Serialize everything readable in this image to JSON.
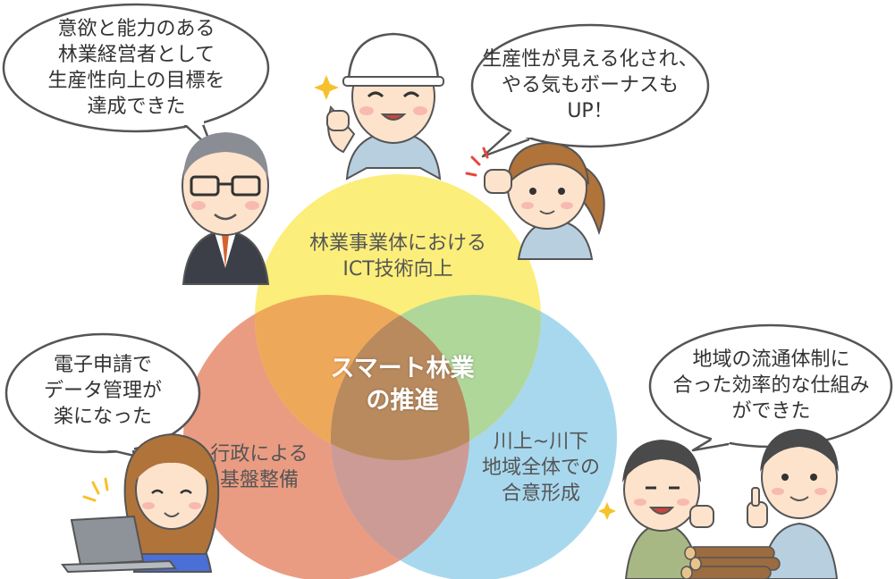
{
  "venn": {
    "top_label_1": "林業事業体における",
    "top_label_2": "ICT技術向上",
    "left_label_1": "行政による",
    "left_label_2": "基盤整備",
    "right_label_1": "川上~川下",
    "right_label_2": "地域全体での",
    "right_label_3": "合意形成",
    "center_label_1": "スマート林業",
    "center_label_2": "の推進",
    "colors": {
      "top": "#fbee7a",
      "left": "#ea9c82",
      "right": "#a8d8ee",
      "top_left": "#eea85a",
      "top_right": "#b0d79a",
      "left_right": "#cd9b95",
      "center": "#b98a5e"
    }
  },
  "bubbles": {
    "manager": [
      "意欲と能力のある",
      "林業経営者として",
      "生産性向上の目標を",
      "達成できた"
    ],
    "worker": [
      "生産性が見える化され、",
      "やる気もボーナスも",
      "UP！"
    ],
    "office": [
      "電子申請で",
      "データ管理が",
      "楽になった"
    ],
    "distribution": [
      "地域の流通体制に",
      "合った効率的な仕組み",
      "ができた"
    ]
  },
  "icons": [
    "manager-person-icon",
    "helmet-worker-icon",
    "female-worker-icon",
    "office-woman-icon",
    "laptop-icon",
    "two-workers-icon",
    "log-pile-icon",
    "sparkle-icon"
  ]
}
